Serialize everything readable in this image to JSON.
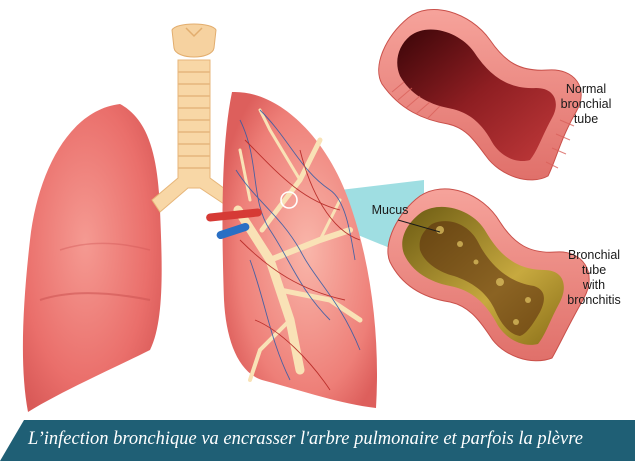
{
  "labels": {
    "normal": "Normal\nbronchial\ntube",
    "mucus": "Mucus",
    "bronchitis": "Bronchial\ntube\nwith\nbronchitis"
  },
  "caption": "L’infection bronchique va encrasser l'arbre pulmonaire et parfois la plèvre",
  "colors": {
    "caption_bg": "#1f5f75",
    "lung": "#ec7c78",
    "trachea": "#f8d7a6",
    "mucus": "#b99a3a",
    "zoom_cone": "#7fd3d8"
  }
}
